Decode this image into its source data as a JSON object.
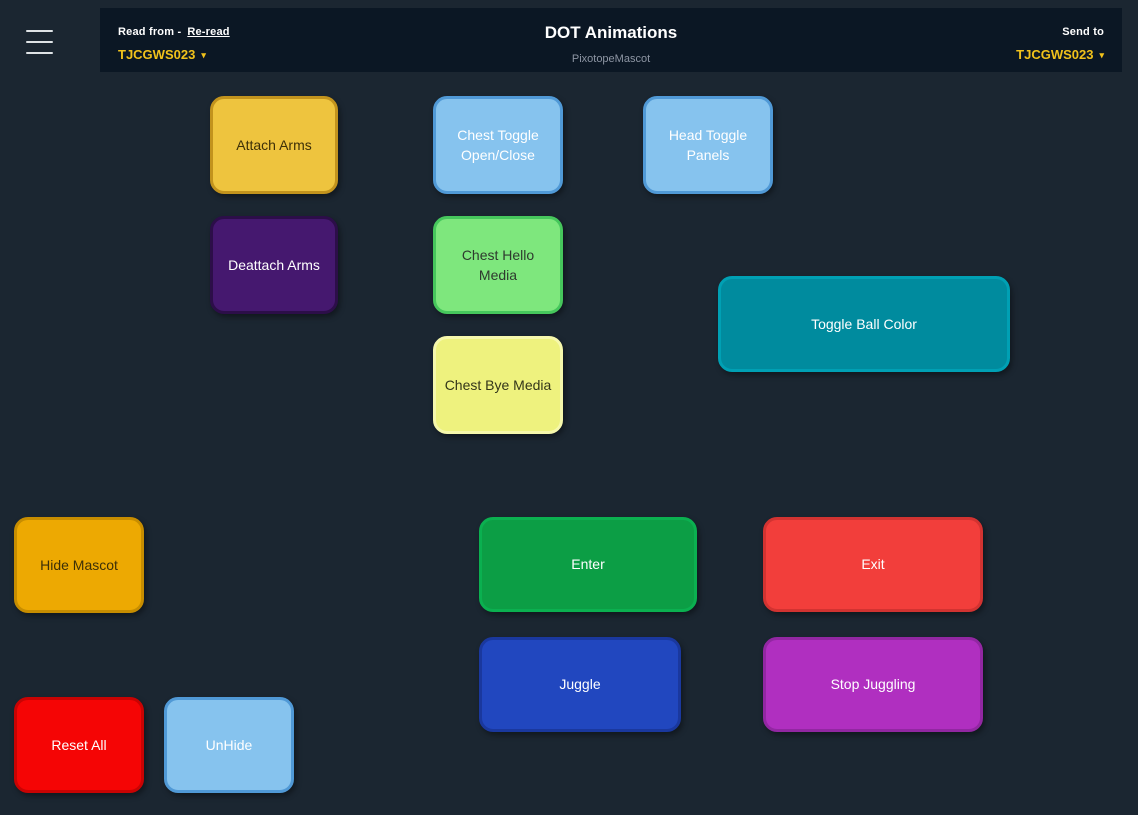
{
  "colors": {
    "background": "#1b2631",
    "header_background": "#0b1724",
    "accent_yellow": "#f1c21b"
  },
  "header": {
    "read_from_label": "Read from -",
    "reread_link": "Re-read",
    "read_from_value": "TJCGWS023",
    "title": "DOT Animations",
    "subtitle": "PixotopeMascot",
    "send_to_label": "Send to",
    "send_to_value": "TJCGWS023",
    "caret_icon": "▾"
  },
  "buttons": {
    "attach_arms": {
      "label": "Attach Arms",
      "color": "#eec43e"
    },
    "chest_toggle": {
      "label": "Chest Toggle Open/Close",
      "color": "#86c3ee"
    },
    "head_toggle": {
      "label": "Head Toggle Panels",
      "color": "#86c3ee"
    },
    "deattach_arms": {
      "label": "Deattach Arms",
      "color": "#45186f"
    },
    "chest_hello": {
      "label": "Chest Hello Media",
      "color": "#7ee77d"
    },
    "toggle_ball_color": {
      "label": "Toggle Ball Color",
      "color": "#008b9e"
    },
    "chest_bye": {
      "label": "Chest Bye Media",
      "color": "#eef27e"
    },
    "hide_mascot": {
      "label": "Hide Mascot",
      "color": "#eda902"
    },
    "enter": {
      "label": "Enter",
      "color": "#0c9e45"
    },
    "exit": {
      "label": "Exit",
      "color": "#f23e3b"
    },
    "juggle": {
      "label": "Juggle",
      "color": "#2147bf"
    },
    "stop_juggling": {
      "label": "Stop Juggling",
      "color": "#b02fc0"
    },
    "reset_all": {
      "label": "Reset All",
      "color": "#f50505"
    },
    "unhide": {
      "label": "UnHide",
      "color": "#86c3ee"
    }
  }
}
